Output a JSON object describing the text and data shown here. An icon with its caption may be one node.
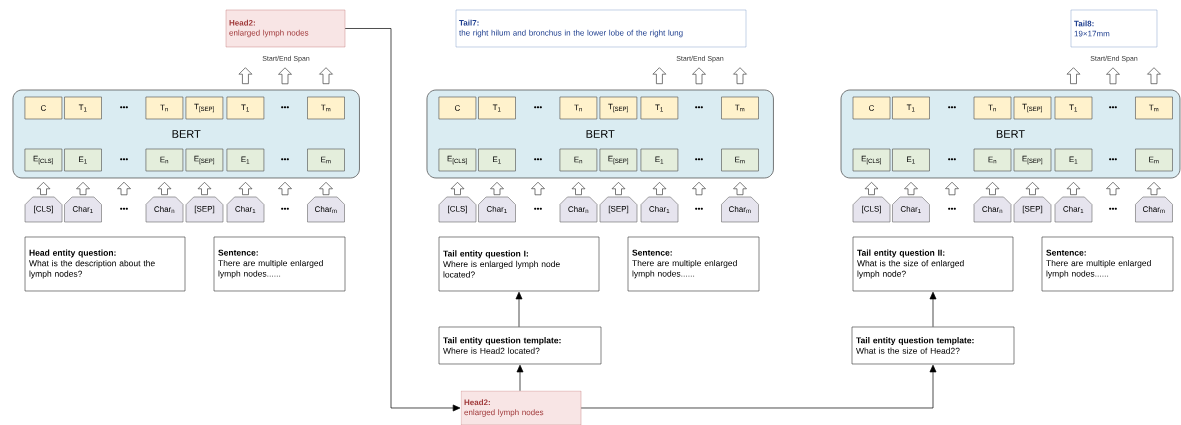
{
  "diagram": {
    "nodes": [
      {
        "text": [
          "Head2:",
          "enlarged lymph nodes"
        ]
      },
      {
        "text": [
          "Tail7:",
          "the right hilum and bronchus in the lower lobe of the right lung"
        ]
      },
      {
        "text": [
          "Tail8:",
          "19×17mm"
        ]
      },
      {
        "text": [
          "BERT"
        ]
      },
      {
        "text": [
          "C"
        ],
        "in": 3
      },
      {
        "text": [
          "T$_{1}$"
        ],
        "in": 3
      },
      {
        "text": [
          "•••"
        ],
        "in": 3
      },
      {
        "text": [
          "T$_{n}$"
        ],
        "in": 3
      },
      {
        "text": [
          "T$_{[SEP]}$"
        ],
        "in": 3
      },
      {
        "text": [
          "T$_{1}$"
        ],
        "in": 3
      },
      {
        "text": [
          "•••"
        ],
        "in": 3
      },
      {
        "text": [
          "T$_{m}$"
        ],
        "in": 3
      },
      {
        "text": [
          "E$_{[CLS]}$"
        ],
        "in": 3
      },
      {
        "text": [
          "E$_{1}$"
        ],
        "in": 3
      },
      {
        "text": [
          "•••"
        ],
        "in": 3
      },
      {
        "text": [
          "E$_{n}$"
        ],
        "in": 3
      },
      {
        "text": [
          "E$_{[SEP]}$"
        ],
        "in": 3
      },
      {
        "text": [
          "E$_{1}$"
        ],
        "in": 3
      },
      {
        "text": [
          "•••"
        ],
        "in": 3
      },
      {
        "text": [
          "E$_{m}$"
        ],
        "in": 3
      },
      {
        "text": [
          "[CLS]"
        ]
      },
      {
        "text": [
          "Char$_{1}$"
        ]
      },
      {
        "text": [
          "•••"
        ]
      },
      {
        "text": [
          "Char$_{n}$"
        ]
      },
      {
        "text": [
          "[SEP]"
        ]
      },
      {
        "text": [
          "Char$_{1}$"
        ]
      },
      {
        "text": [
          "•••"
        ]
      },
      {
        "text": [
          "Char$_{m}$"
        ]
      },
      {
        "text": [
          "Head entity question:",
          "What is the description about the lymph nodes?"
        ]
      },
      {
        "text": [
          "Sentence:",
          "There are multiple enlarged lymph nodes......"
        ]
      },
      {
        "text": [
          "BERT"
        ]
      },
      {
        "text": [
          "C"
        ],
        "in": 30
      },
      {
        "text": [
          "T$_{1}$"
        ],
        "in": 30
      },
      {
        "text": [
          "•••"
        ],
        "in": 30
      },
      {
        "text": [
          "T$_{n}$"
        ],
        "in": 30
      },
      {
        "text": [
          "T$_{[SEP]}$"
        ],
        "in": 30
      },
      {
        "text": [
          "T$_{1}$"
        ],
        "in": 30
      },
      {
        "text": [
          "•••"
        ],
        "in": 30
      },
      {
        "text": [
          "T$_{m}$"
        ],
        "in": 30
      },
      {
        "text": [
          "E$_{[CLS]}$"
        ],
        "in": 30
      },
      {
        "text": [
          "E$_{1}$"
        ],
        "in": 30
      },
      {
        "text": [
          "•••"
        ],
        "in": 30
      },
      {
        "text": [
          "E$_{n}$"
        ],
        "in": 30
      },
      {
        "text": [
          "E$_{[SEP]}$"
        ],
        "in": 30
      },
      {
        "text": [
          "E$_{1}$"
        ],
        "in": 30
      },
      {
        "text": [
          "•••"
        ],
        "in": 30
      },
      {
        "text": [
          "E$_{m}$"
        ],
        "in": 30
      },
      {
        "text": [
          "[CLS]"
        ]
      },
      {
        "text": [
          "Char$_{1}$"
        ]
      },
      {
        "text": [
          "•••"
        ]
      },
      {
        "text": [
          "Char$_{n}$"
        ]
      },
      {
        "text": [
          "[SEP]"
        ]
      },
      {
        "text": [
          "Char$_{1}$"
        ]
      },
      {
        "text": [
          "•••"
        ]
      },
      {
        "text": [
          "Char$_{m}$"
        ]
      },
      {
        "text": [
          "Tail entity question I:",
          "Where is enlarged lymph node located?"
        ]
      },
      {
        "text": [
          "Sentence:",
          "There are multiple enlarged lymph nodes......"
        ]
      },
      {
        "text": [
          "BERT"
        ]
      },
      {
        "text": [
          "C"
        ],
        "in": 57
      },
      {
        "text": [
          "T$_{1}$"
        ],
        "in": 57
      },
      {
        "text": [
          "•••"
        ],
        "in": 57
      },
      {
        "text": [
          "T$_{n}$"
        ],
        "in": 57
      },
      {
        "text": [
          "T$_{[SEP]}$"
        ],
        "in": 57
      },
      {
        "text": [
          "T$_{1}$"
        ],
        "in": 57
      },
      {
        "text": [
          "•••"
        ],
        "in": 57
      },
      {
        "text": [
          "T$_{m}$"
        ],
        "in": 57
      },
      {
        "text": [
          "E$_{[CLS]}$"
        ],
        "in": 57
      },
      {
        "text": [
          "E$_{1}$"
        ],
        "in": 57
      },
      {
        "text": [
          "•••"
        ],
        "in": 57
      },
      {
        "text": [
          "E$_{n}$"
        ],
        "in": 57
      },
      {
        "text": [
          "E$_{[SEP]}$"
        ],
        "in": 57
      },
      {
        "text": [
          "E$_{1}$"
        ],
        "in": 57
      },
      {
        "text": [
          "•••"
        ],
        "in": 57
      },
      {
        "text": [
          "E$_{m}$"
        ],
        "in": 57
      },
      {
        "text": [
          "[CLS]"
        ]
      },
      {
        "text": [
          "Char$_{1}$"
        ]
      },
      {
        "text": [
          "•••"
        ]
      },
      {
        "text": [
          "Char$_{n}$"
        ]
      },
      {
        "text": [
          "[SEP]"
        ]
      },
      {
        "text": [
          "Char$_{1}$"
        ]
      },
      {
        "text": [
          "•••"
        ]
      },
      {
        "text": [
          "Char$_{m}$"
        ]
      },
      {
        "text": [
          "Tail entity question II:",
          "What is the size of enlarged lymph node?"
        ]
      },
      {
        "text": [
          "Sentence:",
          "There are multiple enlarged lymph nodes......"
        ]
      },
      {
        "text": [
          "Tail entity question template:",
          "Where is Head2 located?"
        ]
      },
      {
        "text": [
          "Tail entity question template:",
          "What is the size of Head2?"
        ]
      },
      {
        "text": [
          "Head2:",
          "enlarged lymph nodes"
        ]
      }
    ],
    "edges": [
      {
        "from": 0,
        "to": 86,
        "arrow": "to"
      },
      {
        "from": 86,
        "to": 84,
        "arrow": "to"
      },
      {
        "from": 84,
        "to": 55,
        "arrow": "to"
      },
      {
        "from": 86,
        "to": 85,
        "arrow": "to"
      },
      {
        "from": 85,
        "to": 82,
        "arrow": "to"
      },
      {
        "from": 20,
        "to": 12,
        "arrow": "to",
        "style": "thick"
      },
      {
        "from": 21,
        "to": 13,
        "arrow": "to",
        "style": "thick"
      },
      {
        "from": 22,
        "to": 14,
        "arrow": "to",
        "style": "thick"
      },
      {
        "from": 23,
        "to": 15,
        "arrow": "to",
        "style": "thick"
      },
      {
        "from": 24,
        "to": 16,
        "arrow": "to",
        "style": "thick"
      },
      {
        "from": 25,
        "to": 17,
        "arrow": "to",
        "style": "thick"
      },
      {
        "from": 26,
        "to": 18,
        "arrow": "to",
        "style": "thick"
      },
      {
        "from": 27,
        "to": 19,
        "arrow": "to",
        "style": "thick"
      },
      {
        "from": 9,
        "to": null,
        "arrow": "to",
        "style": "thick"
      },
      {
        "from": 10,
        "to": null,
        "arrow": "to",
        "style": "thick"
      },
      {
        "from": 11,
        "to": null,
        "arrow": "to",
        "style": "thick"
      },
      {
        "from": 47,
        "to": 39,
        "arrow": "to",
        "style": "thick"
      },
      {
        "from": 48,
        "to": 40,
        "arrow": "to",
        "style": "thick"
      },
      {
        "from": 49,
        "to": 41,
        "arrow": "to",
        "style": "thick"
      },
      {
        "from": 50,
        "to": 42,
        "arrow": "to",
        "style": "thick"
      },
      {
        "from": 51,
        "to": 43,
        "arrow": "to",
        "style": "thick"
      },
      {
        "from": 52,
        "to": 44,
        "arrow": "to",
        "style": "thick"
      },
      {
        "from": 53,
        "to": 45,
        "arrow": "to",
        "style": "thick"
      },
      {
        "from": 54,
        "to": 46,
        "arrow": "to",
        "style": "thick"
      },
      {
        "from": 36,
        "to": null,
        "arrow": "to",
        "style": "thick"
      },
      {
        "from": 37,
        "to": null,
        "arrow": "to",
        "style": "thick"
      },
      {
        "from": 38,
        "to": null,
        "arrow": "to",
        "style": "thick"
      },
      {
        "from": 74,
        "to": 66,
        "arrow": "to",
        "style": "thick"
      },
      {
        "from": 75,
        "to": 67,
        "arrow": "to",
        "style": "thick"
      },
      {
        "from": 76,
        "to": 68,
        "arrow": "to",
        "style": "thick"
      },
      {
        "from": 77,
        "to": 69,
        "arrow": "to",
        "style": "thick"
      },
      {
        "from": 78,
        "to": 70,
        "arrow": "to",
        "style": "thick"
      },
      {
        "from": 79,
        "to": 71,
        "arrow": "to",
        "style": "thick"
      },
      {
        "from": 80,
        "to": 72,
        "arrow": "to",
        "style": "thick"
      },
      {
        "from": 81,
        "to": 73,
        "arrow": "to",
        "style": "thick"
      },
      {
        "from": 63,
        "to": null,
        "arrow": "to",
        "style": "thick"
      },
      {
        "from": 64,
        "to": null,
        "arrow": "to",
        "style": "thick"
      },
      {
        "from": 65,
        "to": null,
        "arrow": "to",
        "style": "thick"
      }
    ],
    "labels": [
      "Start/End Span",
      "Start/End Span",
      "Start/End Span"
    ]
  }
}
